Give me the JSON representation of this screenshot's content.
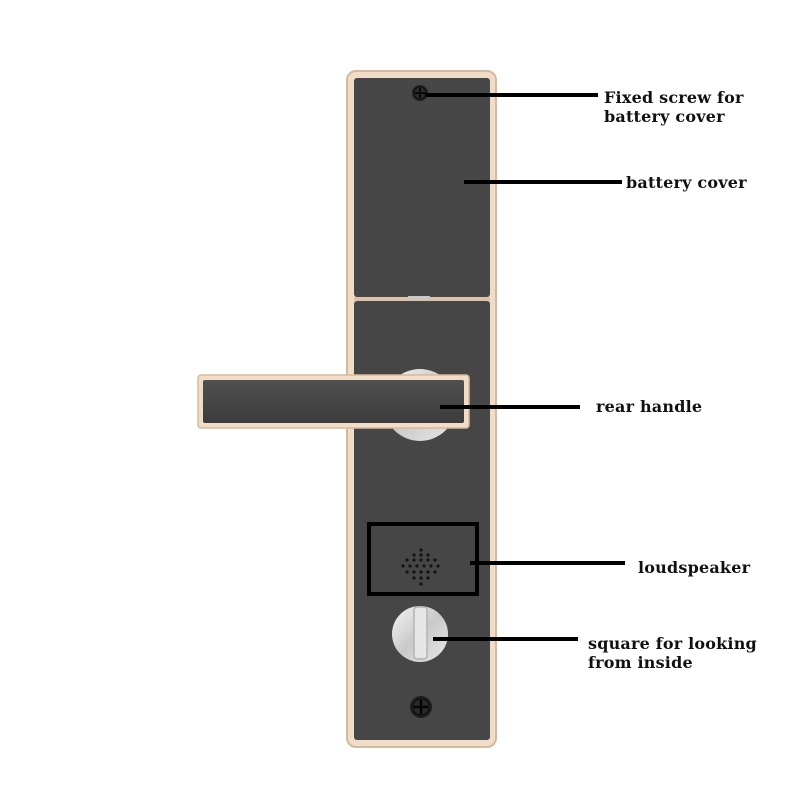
{
  "colors": {
    "frame": "#f0ddc7",
    "frame_edge": "#d7b99d",
    "panel": "#464646",
    "panel_dark": "#3a3a3a",
    "chrome": "#d9d9d9",
    "leader": "#000000"
  },
  "labels": {
    "fixed_screw": [
      "Fixed screw for",
      "battery cover"
    ],
    "battery_cover": "battery cover",
    "rear_handle": "rear handle",
    "loudspeaker": "loudspeaker",
    "thumb_turn": [
      "square for looking",
      "from inside"
    ]
  }
}
